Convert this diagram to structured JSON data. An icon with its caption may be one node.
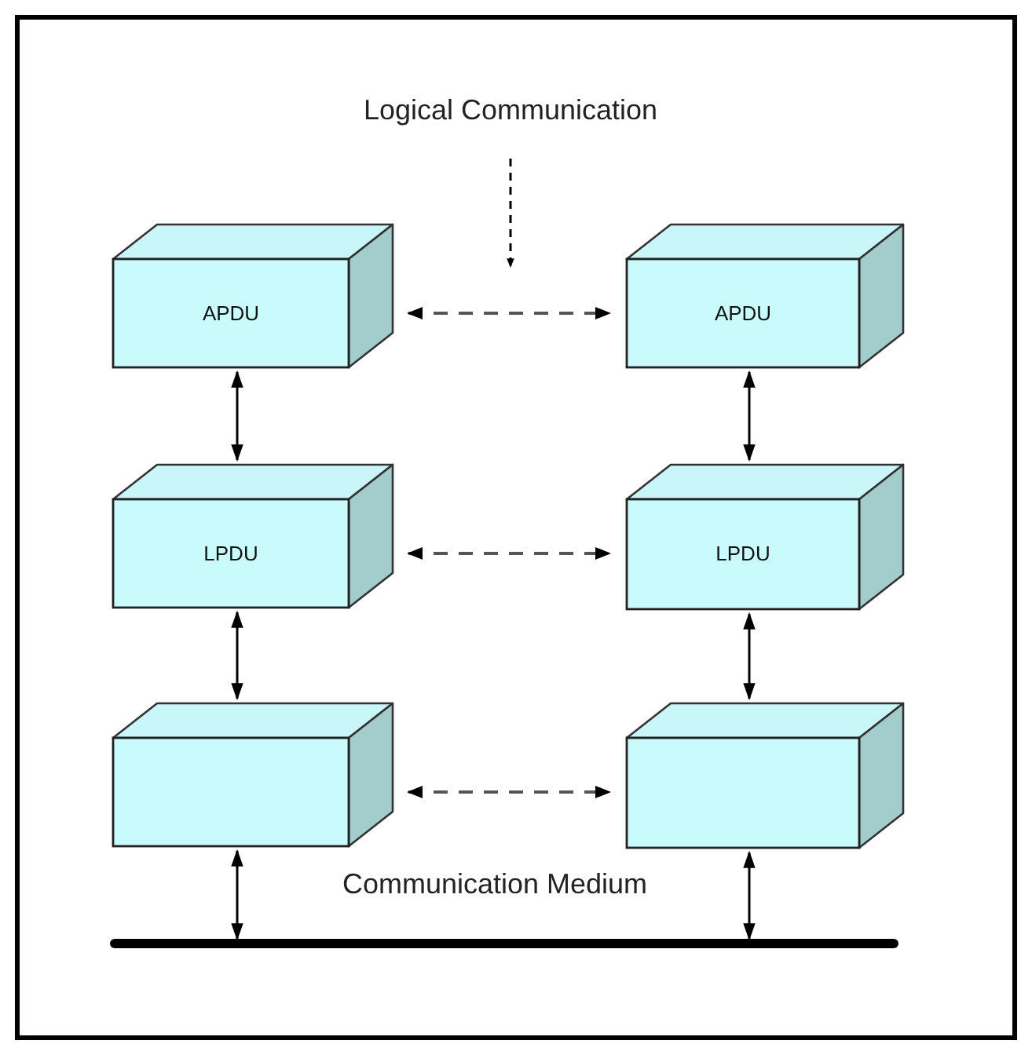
{
  "diagram": {
    "nodes": [
      {
        "text": [
          "Logical Communication"
        ]
      },
      {
        "text": [
          "APDU"
        ]
      },
      {
        "text": [
          "APDU"
        ]
      },
      {
        "text": [
          "LPDU"
        ]
      },
      {
        "text": [
          "LPDU"
        ]
      },
      {
        "text": [],
        "shape": "box"
      },
      {
        "text": [],
        "shape": "box"
      },
      {
        "text": [],
        "shape": "bar"
      }
    ],
    "edges": [
      {
        "from": 0,
        "to": null,
        "arrow": "to",
        "style": "dashed"
      },
      {
        "from": 1,
        "to": 2,
        "arrow": "both",
        "style": "dashed",
        "color": "#555555"
      },
      {
        "from": 1,
        "to": 3,
        "arrow": "both"
      },
      {
        "from": 2,
        "to": 4,
        "arrow": "both"
      },
      {
        "from": 3,
        "to": 4,
        "arrow": "both",
        "style": "dashed",
        "color": "#555555"
      },
      {
        "from": 3,
        "to": 5,
        "arrow": "both"
      },
      {
        "from": 4,
        "to": 6,
        "arrow": "both"
      },
      {
        "from": 5,
        "to": 6,
        "arrow": "both",
        "style": "dashed",
        "color": "#555555"
      },
      {
        "from": 5,
        "to": 7,
        "arrow": "both"
      },
      {
        "from": 6,
        "to": 7,
        "arrow": "both"
      }
    ],
    "labels": [
      "Communication Medium"
    ]
  }
}
